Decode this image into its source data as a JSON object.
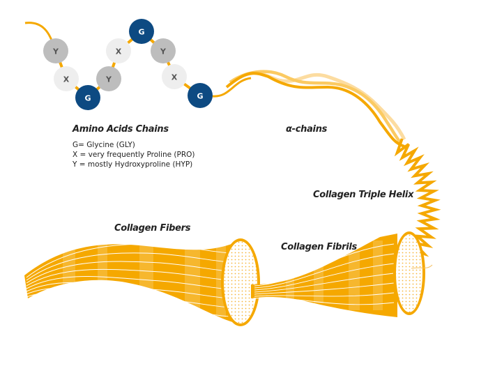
{
  "labels": {
    "amino_acids": "Amino Acids Chains",
    "alpha_chains": "α-chains",
    "triple_helix": "Collagen Triple Helix",
    "fibers": "Collagen Fibers",
    "fibrils": "Collagen Fibrils"
  },
  "legend": [
    "G= Glycine (GLY)",
    "X = very frequently Proline (PRO)",
    "Y = mostly Hydroxyproline (HYP)"
  ],
  "beads": [
    {
      "letter": "Y",
      "type": "Y"
    },
    {
      "letter": "X",
      "type": "X"
    },
    {
      "letter": "G",
      "type": "G"
    },
    {
      "letter": "Y",
      "type": "Y"
    },
    {
      "letter": "X",
      "type": "X"
    },
    {
      "letter": "G",
      "type": "G"
    },
    {
      "letter": "Y",
      "type": "Y"
    },
    {
      "letter": "X",
      "type": "X"
    },
    {
      "letter": "G",
      "type": "G"
    }
  ],
  "colors": {
    "G": "#0d4a82",
    "X": "#eeeeee",
    "Y": "#bdbdbd",
    "orange": "#f5a800",
    "orange_light": "#fbd27a",
    "bead_text_dark": "#555555",
    "bead_text_light": "#ffffff"
  }
}
